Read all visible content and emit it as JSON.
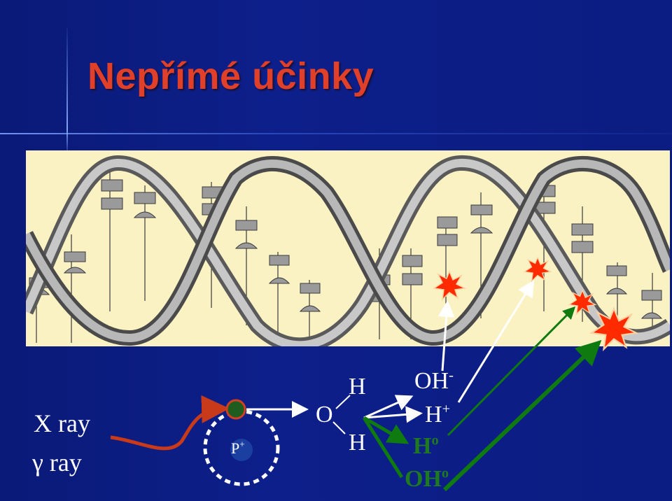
{
  "title": "Nepřímé účinky",
  "radiation": {
    "xray": "X ray",
    "gamma": "γ ray"
  },
  "atom": {
    "nucleus": "P",
    "charge": "+"
  },
  "water": {
    "o": "O",
    "h1": "H",
    "h2": "H"
  },
  "products": {
    "oh_minus": "OH",
    "oh_minus_sup": "-",
    "h_plus": "H",
    "h_plus_sup": "+",
    "h_radical": "H",
    "h_radical_sup": "o",
    "oh_radical": "OH",
    "oh_radical_sup": "o"
  },
  "colors": {
    "title": "#e0402a",
    "background": "#0d1f8a",
    "panel": "#fbf2c4",
    "ray_arrow": "#c83a1a",
    "green_arrow": "#0f7a0f",
    "damage_burst": "#ff2a00"
  }
}
